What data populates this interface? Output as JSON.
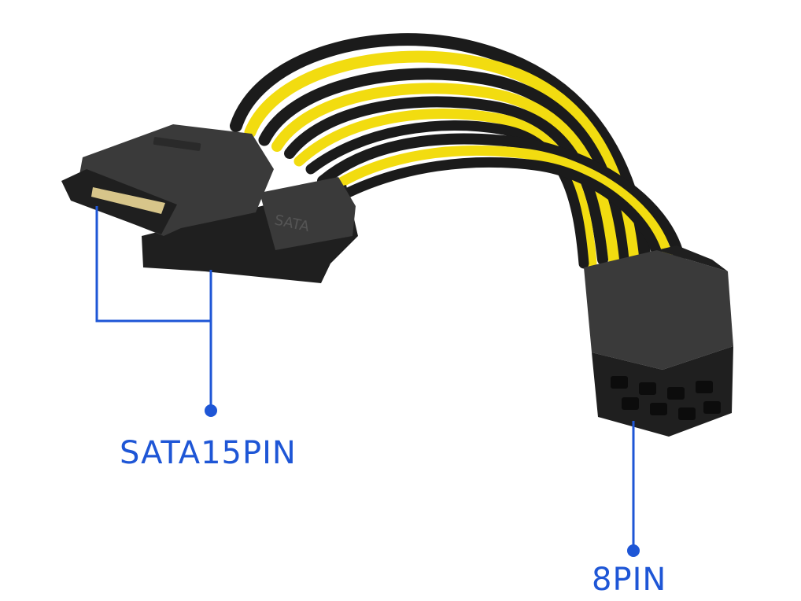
{
  "colors": {
    "background": "#ffffff",
    "callout_blue": "#1e56d6",
    "wire_black": "#1b1b1b",
    "wire_yellow": "#f2dc10",
    "connector_body": "#3a3a3a",
    "connector_dark": "#1f1f1f",
    "pin_gold": "#d7c58a"
  },
  "callouts": {
    "sata": {
      "label": "SATA15PIN"
    },
    "pcie": {
      "label": "8PIN"
    }
  },
  "connector_embossing": "SATA"
}
